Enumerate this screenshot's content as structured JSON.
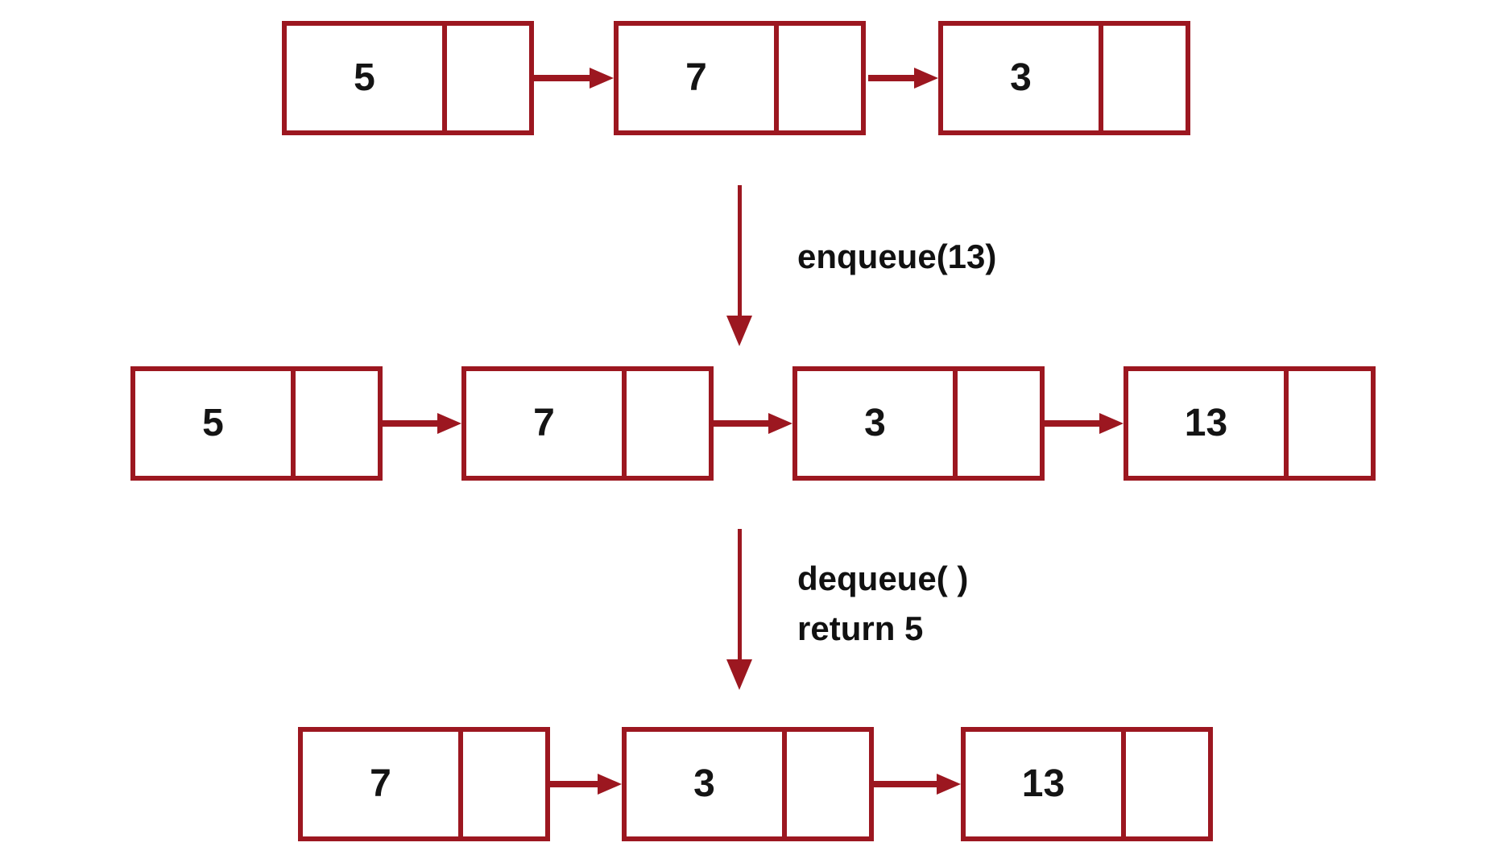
{
  "diagram": {
    "type": "linked-list-queue-operations",
    "colors": {
      "accent": "#9C1720",
      "value_text": "#141414",
      "background": "#FFFFFF"
    },
    "rows": [
      {
        "name": "initial-queue",
        "nodes": [
          {
            "value": "5"
          },
          {
            "value": "7"
          },
          {
            "value": "3"
          }
        ]
      },
      {
        "name": "after-enqueue",
        "nodes": [
          {
            "value": "5"
          },
          {
            "value": "7"
          },
          {
            "value": "3"
          },
          {
            "value": "13"
          }
        ]
      },
      {
        "name": "after-dequeue",
        "nodes": [
          {
            "value": "7"
          },
          {
            "value": "3"
          },
          {
            "value": "13"
          }
        ]
      }
    ],
    "operations": [
      {
        "name": "enqueue",
        "label": "enqueue(13)"
      },
      {
        "name": "dequeue",
        "label": "dequeue( )",
        "result": "return 5"
      }
    ]
  }
}
